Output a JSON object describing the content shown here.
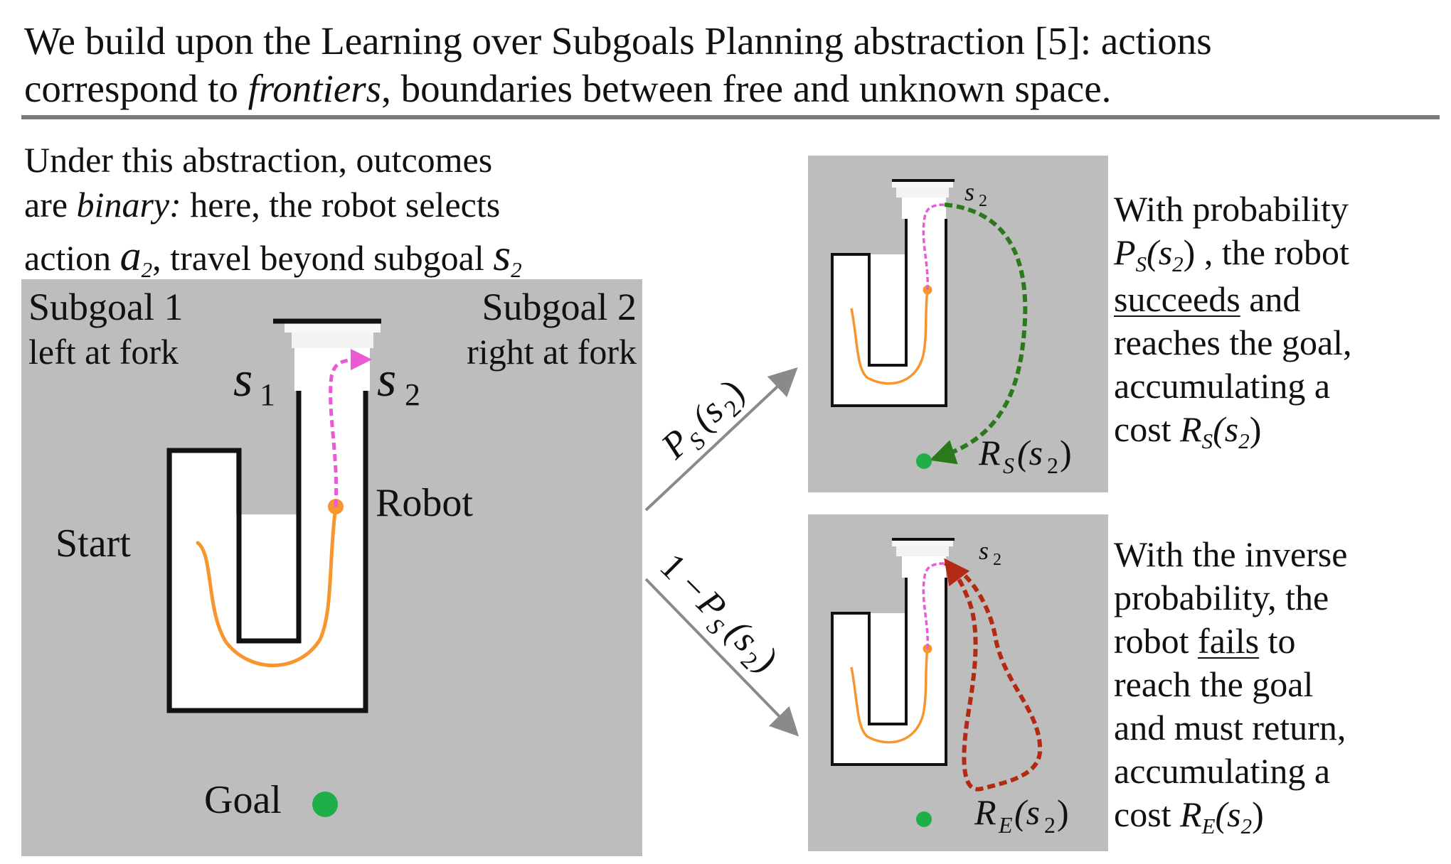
{
  "header": {
    "line1": "We build upon the Learning over Subgoals Planning abstraction [5]: actions",
    "line2_a": "correspond to ",
    "line2_em": "frontiers",
    "line2_b": ", boundaries between free and unknown space."
  },
  "lead": {
    "line1": "Under this abstraction, outcomes",
    "line2_a": "are ",
    "line2_em": "binary:",
    "line2_b": " here, the robot selects",
    "line3_a": "action ",
    "line3_var": "a",
    "line3_sub": "2",
    "line3_b": ", travel beyond subgoal ",
    "line3_var2": "s",
    "line3_sub2": "2"
  },
  "main_panel": {
    "subgoal1_title": "Subgoal 1",
    "subgoal1_desc": "left at fork",
    "subgoal2_title": "Subgoal 2",
    "subgoal2_desc": "right at fork",
    "s1_var": "s",
    "s1_sub": "1",
    "s2_var": "s",
    "s2_sub": "2",
    "robot_label": "Robot",
    "start_label": "Start",
    "goal_label": "Goal"
  },
  "arrows": {
    "success_label_var": "P",
    "success_label_sub": "S",
    "success_label_arg": "(s",
    "success_label_arg_sub": "2",
    "success_label_close": ")",
    "fail_label_prefix": "1 − ",
    "fail_label_var": "P",
    "fail_label_sub": "S",
    "fail_label_arg": "(s",
    "fail_label_arg_sub": "2",
    "fail_label_close": ")"
  },
  "success_panel": {
    "s2_var": "s",
    "s2_sub": "2",
    "cost_var": "R",
    "cost_sub": "S",
    "cost_arg": "(s",
    "cost_arg_sub": "2",
    "cost_close": ")"
  },
  "fail_panel": {
    "s2_var": "s",
    "s2_sub": "2",
    "cost_var": "R",
    "cost_sub": "E",
    "cost_arg": "(s",
    "cost_arg_sub": "2",
    "cost_close": ")"
  },
  "success_caption": {
    "line1": "With probability",
    "line2_var": "P",
    "line2_sub": "S",
    "line2_arg": "(s",
    "line2_arg_sub": "2",
    "line2_close": ")",
    "line2_b": " , the robot",
    "line3_u": "succeeds",
    "line3_b": " and",
    "line4": "reaches the goal,",
    "line5": "accumulating a",
    "line6_a": "cost ",
    "line6_var": "R",
    "line6_sub": "S",
    "line6_arg": "(s",
    "line6_arg_sub": "2",
    "line6_close": ")"
  },
  "fail_caption": {
    "line1": "With the inverse",
    "line2": "probability, the",
    "line3_a": "robot ",
    "line3_u": "fails",
    "line3_b": " to",
    "line4": "reach the goal",
    "line5": "and must return,",
    "line6": "accumulating a",
    "line7_a": "cost ",
    "line7_var": "R",
    "line7_sub": "E",
    "line7_arg": "(s",
    "line7_arg_sub": "2",
    "line7_close": ")"
  },
  "colors": {
    "panel_gray": "#bdbdbd",
    "path_orange": "#f7962e",
    "path_magenta": "#ea5ad4",
    "path_green": "#2a7a1c",
    "path_red": "#b32a14",
    "goal_green": "#1fae48",
    "arrow_gray": "#8a8a8a"
  }
}
